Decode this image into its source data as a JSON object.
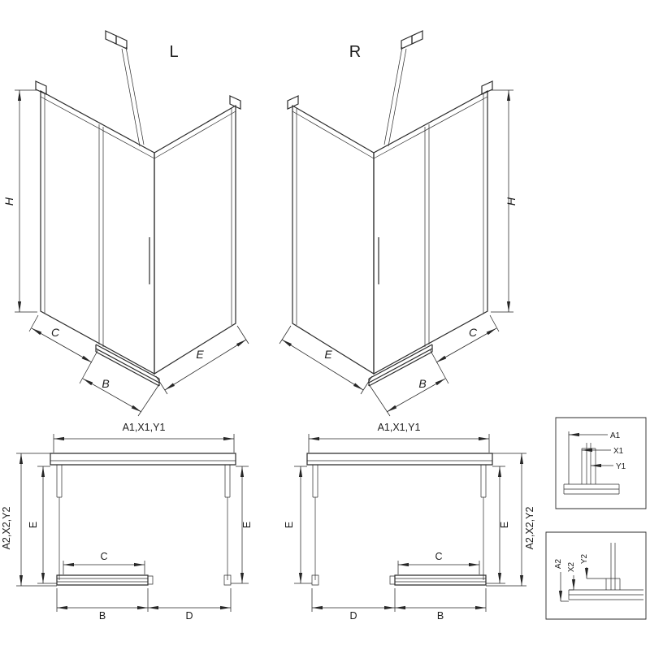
{
  "drawing": {
    "line_color": "#2b2b2b",
    "iso_left": {
      "view_label": "L",
      "dim_h": "H",
      "dim_c": "C",
      "dim_b": "B",
      "dim_e": "E"
    },
    "iso_right": {
      "view_label": "R",
      "dim_h": "H",
      "dim_c": "C",
      "dim_b": "B",
      "dim_e": "E"
    },
    "plan_left": {
      "dim_width_top": "A1,X1,Y1",
      "dim_depth_outer": "A2,X2,Y2",
      "dim_e_left": "E",
      "dim_e_right": "E",
      "dim_c": "C",
      "dim_b": "B",
      "dim_d": "D"
    },
    "plan_right": {
      "dim_width_top": "A1,X1,Y1",
      "dim_depth_outer": "A2,X2,Y2",
      "dim_e_left": "E",
      "dim_e_right": "E",
      "dim_c": "C",
      "dim_b": "B",
      "dim_d": "D"
    },
    "detail_top": {
      "dim_a1": "A1",
      "dim_x1": "X1",
      "dim_y1": "Y1"
    },
    "detail_bottom": {
      "dim_a2": "A2",
      "dim_x2": "X2",
      "dim_y2": "Y2"
    }
  }
}
